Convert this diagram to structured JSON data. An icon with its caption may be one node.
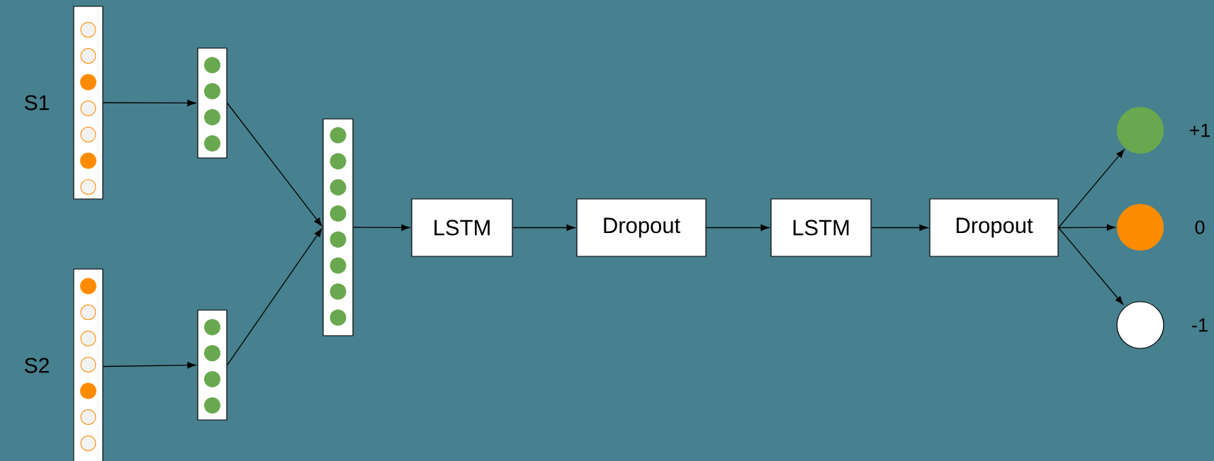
{
  "diagram": {
    "nodes": [
      {
        "text": [],
        "shape": "bar",
        "beside": [
          "S1"
        ]
      },
      {
        "text": [],
        "shape": "bar"
      },
      {
        "text": [],
        "shape": "bar",
        "beside": [
          "S2"
        ]
      },
      {
        "text": [],
        "shape": "bar"
      },
      {
        "text": [],
        "shape": "bar"
      },
      {
        "text": [
          "LSTM"
        ]
      },
      {
        "text": [
          "Dropout"
        ]
      },
      {
        "text": [
          "LSTM"
        ]
      },
      {
        "text": [
          "Dropout"
        ]
      },
      {
        "text": [],
        "shape": "circle",
        "beside": [
          "+1"
        ]
      },
      {
        "text": [],
        "shape": "circle",
        "beside": [
          "0"
        ]
      },
      {
        "text": [],
        "shape": "circle",
        "beside": [
          "-1"
        ]
      }
    ],
    "edges": [
      {
        "from": 0,
        "to": 1,
        "arrow": "to"
      },
      {
        "from": 2,
        "to": 3,
        "arrow": "to"
      },
      {
        "from": 1,
        "to": 4,
        "arrow": "to"
      },
      {
        "from": 3,
        "to": 4,
        "arrow": "to"
      },
      {
        "from": 4,
        "to": 5,
        "arrow": "to"
      },
      {
        "from": 5,
        "to": 6,
        "arrow": "to"
      },
      {
        "from": 6,
        "to": 7,
        "arrow": "to"
      },
      {
        "from": 7,
        "to": 8,
        "arrow": "to"
      },
      {
        "from": 8,
        "to": 9,
        "arrow": "to"
      },
      {
        "from": 8,
        "to": 10,
        "arrow": "to"
      },
      {
        "from": 8,
        "to": 11,
        "arrow": "to"
      }
    ]
  }
}
